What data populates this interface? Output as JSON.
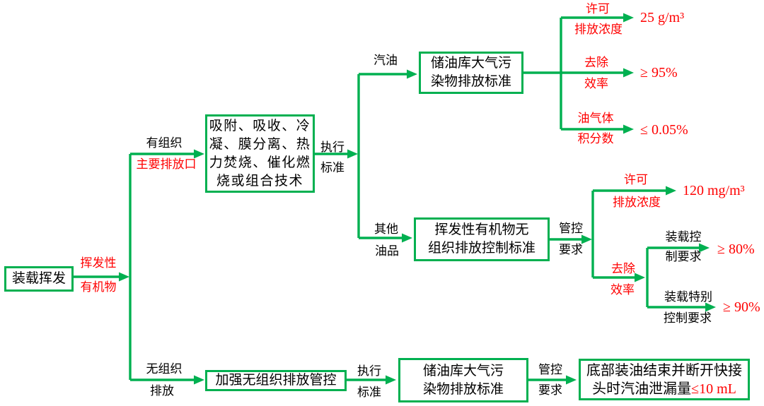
{
  "colors": {
    "green": "#00B050",
    "red": "#FF0000",
    "black": "#000000"
  },
  "boxes": {
    "root": "装载挥发",
    "tech": "吸附、吸收、冷\n凝、膜分离、热\n力焚烧、催化燃\n烧或组合技术",
    "storage_std_1": "储油库大气污\n染物排放标准",
    "voc_fugitive_std": "挥发性有机物无\n组织排放控制标准",
    "strengthen": "加强无组织排放管控",
    "storage_std_2": "储油库大气污\n染物排放标准",
    "bottom_loading": {
      "line1": "底部装油结束并断开快接",
      "line2_black": "头时汽油泄漏量",
      "line2_red": "≤10 mL"
    }
  },
  "edge_labels": {
    "voc": {
      "top": "挥发性",
      "bottom": "有机物"
    },
    "organized": {
      "top": "有组织",
      "bottom": "主要排放口"
    },
    "unorganized": {
      "top": "无组织",
      "bottom": "排放"
    },
    "exec_std_1": {
      "top": "执行",
      "bottom": "标准"
    },
    "gasoline": "汽油",
    "other_oils": {
      "top": "其他",
      "bottom": "油品"
    },
    "control_req_1": {
      "top": "管控",
      "bottom": "要求"
    },
    "permit_conc_1": {
      "top": "许可",
      "bottom": "排放浓度"
    },
    "removal_eff_1": {
      "top": "去除",
      "bottom": "效率"
    },
    "oil_gas_fraction": {
      "top": "油气体",
      "bottom": "积分数"
    },
    "permit_conc_2": {
      "top": "许可",
      "bottom": "排放浓度"
    },
    "removal_eff_2": {
      "top": "去除",
      "bottom": "效率"
    },
    "loading_control": {
      "top": "装载控",
      "bottom": "制要求"
    },
    "loading_special": {
      "top": "装载特别",
      "bottom": "控制要求"
    },
    "exec_std_2": {
      "top": "执行",
      "bottom": "标准"
    },
    "control_req_2": {
      "top": "管控",
      "bottom": "要求"
    }
  },
  "values": {
    "permit_conc_1": "25 g/m³",
    "removal_eff_1": "≥ 95%",
    "oil_gas_fraction": "≤ 0.05%",
    "permit_conc_2": "120 mg/m³",
    "loading_control": "≥ 80%",
    "loading_special": "≥ 90%"
  }
}
